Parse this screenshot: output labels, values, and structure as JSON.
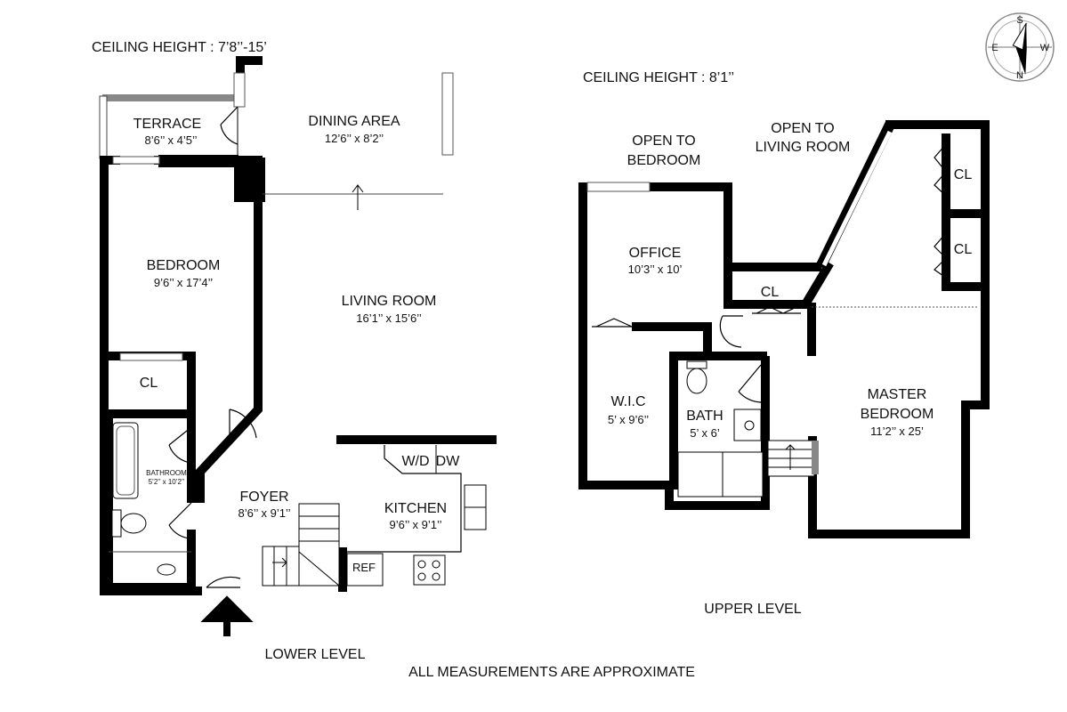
{
  "lower": {
    "ceiling": "CEILING HEIGHT : 7’8’’-15’",
    "level": "LOWER LEVEL",
    "rooms": {
      "terrace": {
        "name": "TERRACE",
        "dim": "8’6’’ x 4’5’’"
      },
      "dining": {
        "name": "DINING AREA",
        "dim": "12’6’’ x 8’2’’"
      },
      "bedroom": {
        "name": "BEDROOM",
        "dim": "9’6’’ x 17’4’’"
      },
      "living": {
        "name": "LIVING ROOM",
        "dim": "16’1’’ x 15’6’’"
      },
      "closet": {
        "name": "CL"
      },
      "bathroom": {
        "name": "BATHROOM",
        "dim": "5’2’’ x 10’2’’"
      },
      "foyer": {
        "name": "FOYER",
        "dim": "8’6’’ x 9’1’’"
      },
      "kitchen": {
        "name": "KITCHEN",
        "dim": "9’6’’ x 9’1’’"
      },
      "wd": "W/D",
      "dw": "DW",
      "ref": "REF"
    }
  },
  "upper": {
    "ceiling": "CEILING HEIGHT : 8’1’’",
    "level": "UPPER LEVEL",
    "open_bedroom": [
      "OPEN TO",
      "BEDROOM"
    ],
    "open_living": [
      "OPEN TO",
      "LIVING ROOM"
    ],
    "rooms": {
      "office": {
        "name": "OFFICE",
        "dim": "10’3’’ x 10’"
      },
      "wic": {
        "name": "W.I.C",
        "dim": "5’ x 9’6’’"
      },
      "bath": {
        "name": "BATH",
        "dim": "5’ x 6’"
      },
      "closet_mid": {
        "name": "CL"
      },
      "closet_top": {
        "name": "CL"
      },
      "closet_bottom": {
        "name": "CL"
      },
      "master": {
        "name": [
          "MASTER",
          "BEDROOM"
        ],
        "dim": "11’2’’ x 25’"
      }
    }
  },
  "footer": "ALL MEASUREMENTS ARE APPROXIMATE",
  "compass": {
    "labels": [
      "S",
      "W",
      "N",
      "E"
    ]
  }
}
